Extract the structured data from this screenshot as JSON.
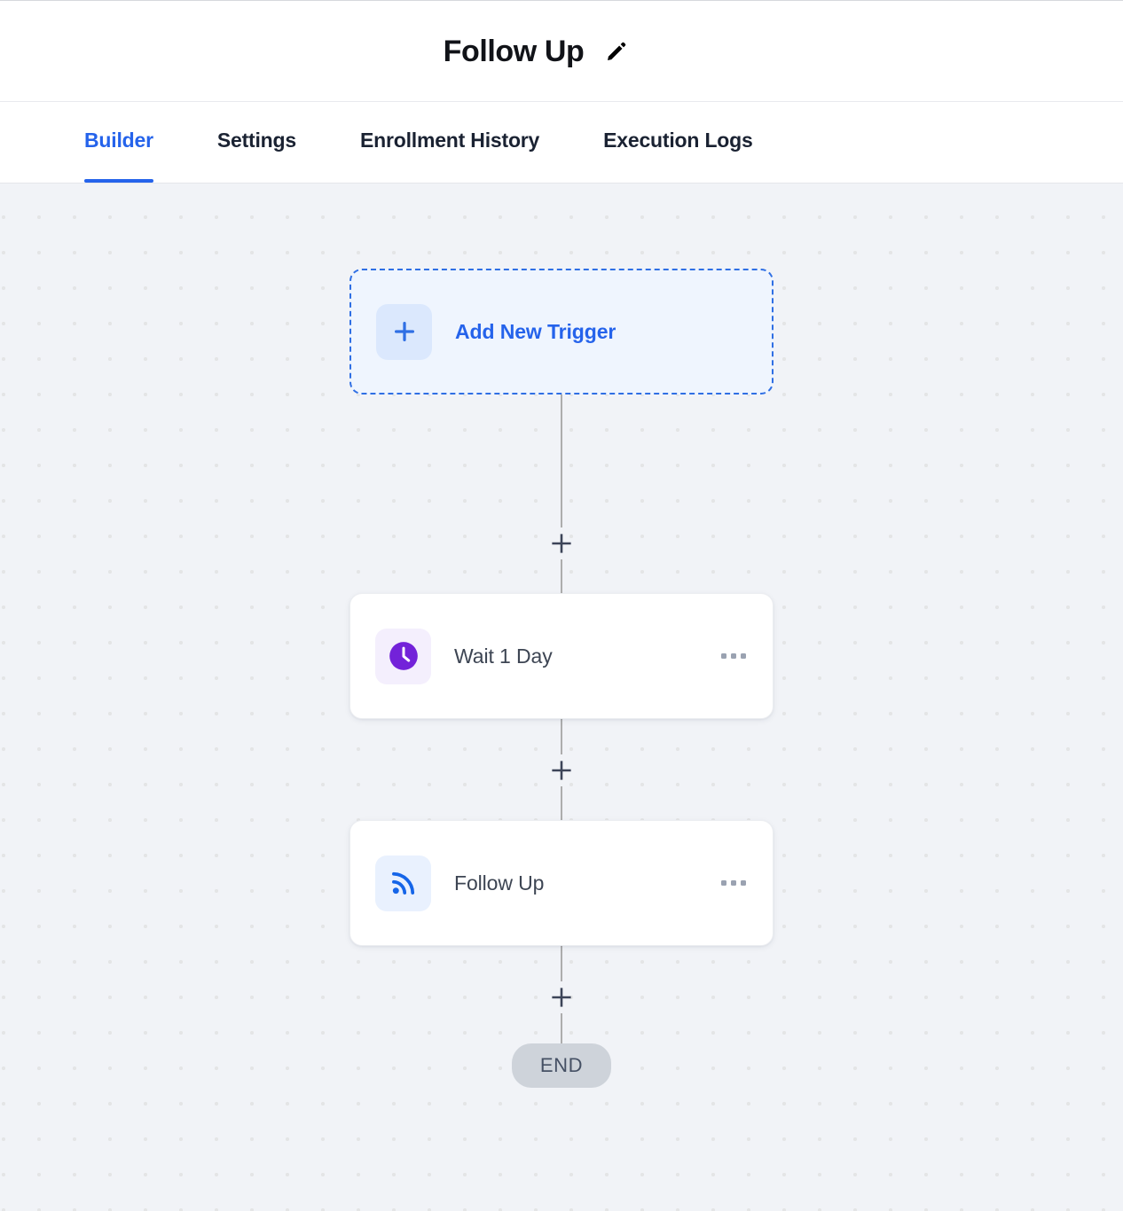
{
  "header": {
    "title": "Follow Up",
    "edit_icon": "pencil-icon"
  },
  "tabs": [
    {
      "label": "Builder",
      "active": true
    },
    {
      "label": "Settings",
      "active": false
    },
    {
      "label": "Enrollment History",
      "active": false
    },
    {
      "label": "Execution Logs",
      "active": false
    }
  ],
  "canvas": {
    "trigger": {
      "label": "Add New Trigger",
      "icon": "plus-icon"
    },
    "add_step_icon": "plus-icon",
    "nodes": [
      {
        "label": "Wait 1 Day",
        "icon": "clock-icon",
        "menu_icon": "ellipsis-icon"
      },
      {
        "label": "Follow Up",
        "icon": "rss-icon",
        "menu_icon": "ellipsis-icon"
      }
    ],
    "end_label": "END"
  },
  "colors": {
    "accent_blue": "#2563eb",
    "trigger_fill": "#eff5fe",
    "wait_icon_purple": "#7322d9",
    "rss_icon_blue": "#1565e8",
    "canvas_bg": "#f1f3f7",
    "end_badge_bg": "#ced3da",
    "connector_line": "#adadad"
  }
}
